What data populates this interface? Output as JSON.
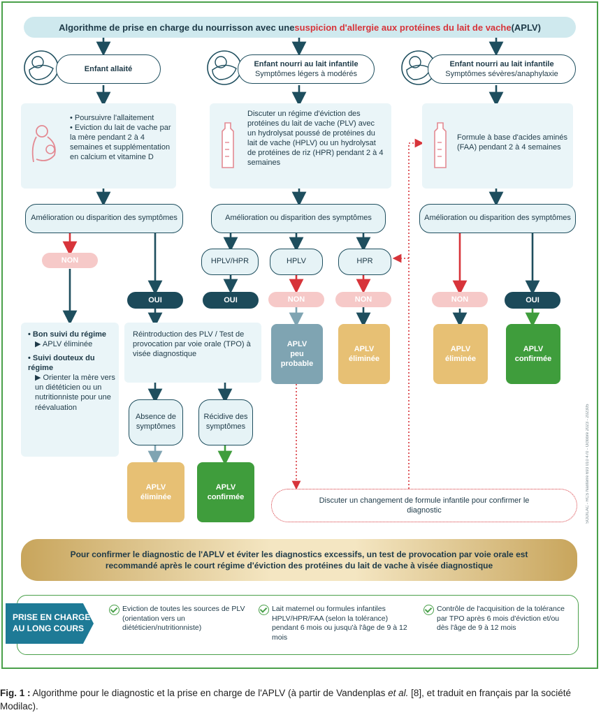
{
  "title": {
    "prefix": "Algorithme de prise en charge du nourrisson avec une ",
    "highlight": "suspicion d'allergie aux protéines du lait de vache",
    "suffix": " (APLV)"
  },
  "columns": {
    "breastfed": {
      "header": "Enfant allaité",
      "instructions": [
        "Poursuivre l'allaitement",
        "Eviction du lait de vache par la mère pendant 2 à 4 semaines et supplémentation en calcium et vitamine D"
      ],
      "evaluation": "Amélioration ou disparition des symptômes",
      "non": "NON",
      "oui": "OUI",
      "followup": {
        "good_title": "Bon suivi du régime",
        "good_item": "APLV éliminée",
        "doubt_title": "Suivi douteux du régime",
        "doubt_item": "Orienter la mère vers un diététicien ou un nutritionniste pour une réévaluation"
      },
      "reintro": "Réintroduction des PLV / Test de provocation par voie orale (TPO) à visée diagnostique",
      "absence": "Absence de symptômes",
      "recidive": "Récidive des symptômes",
      "result_absence": "APLV\néliminée",
      "result_recidive": "APLV\nconfirmée"
    },
    "mild": {
      "header_line1": "Enfant nourri au lait infantile",
      "header_line2": "Symptômes légers à modérés",
      "instructions": "Discuter un régime d'éviction des protéines du lait de vache (PLV) avec un hydrolysat poussé de protéines du lait de vache (HPLV) ou un hydrolysat de protéines de riz (HPR) pendant 2 à 4 semaines",
      "evaluation": "Amélioration ou disparition des symptômes",
      "branch_both": "HPLV/HPR",
      "branch_hplv": "HPLV",
      "branch_hpr": "HPR",
      "oui": "OUI",
      "non_hplv": "NON",
      "non_hpr": "NON",
      "result_hplv": "APLV\npeu\nprobable",
      "result_hpr": "APLV\néliminée"
    },
    "severe": {
      "header_line1": "Enfant nourri au lait infantile",
      "header_line2": "Symptômes sévères/anaphylaxie",
      "instructions": "Formule à base d'acides aminés (FAA) pendant 2 à 4 semaines",
      "evaluation": "Amélioration ou disparition des symptômes",
      "non": "NON",
      "oui": "OUI",
      "result_non": "APLV\néliminée",
      "result_oui": "APLV\nconfirmée"
    }
  },
  "formula_change": "Discuter un changement de formule infantile pour confirmer le diagnostic",
  "side_note": "SODILAC - RCS Nanterre 693 010 470 - Octobre 2023 - 202305",
  "banner": "Pour confirmer le diagnostic de l'APLV et éviter les diagnostics excessifs, un test de provocation par voie orale est recommandé après le court régime d'éviction des protéines du lait de vache à visée diagnostique",
  "long_term": {
    "label": "PRISE EN CHARGE AU LONG COURS",
    "items": [
      "Eviction de toutes les sources de PLV (orientation vers un diététicien/nutritionniste)",
      "Lait maternel ou formules infantiles HPLV/HPR/FAA (selon la tolérance) pendant 6 mois ou jusqu'à l'âge de 9 à 12 mois",
      "Contrôle de l'acquisition de la tolérance par TPO après 6 mois d'éviction et/ou dès l'âge de 9 à 12 mois"
    ]
  },
  "caption": {
    "label": "Fig. 1 :",
    "text_before": " Algorithme pour le diagnostic et la prise en charge de l'APLV (à partir de Vandenplas ",
    "etal": "et al.",
    "text_after": " [8], et traduit en français par la société Modilac)."
  },
  "colors": {
    "navy": "#1e4e5e",
    "red": "#d7343a",
    "green": "#3f9d3c",
    "gold": "#e7c074",
    "light_blue": "#eaf5f8",
    "pink": "#f6c9c8"
  }
}
